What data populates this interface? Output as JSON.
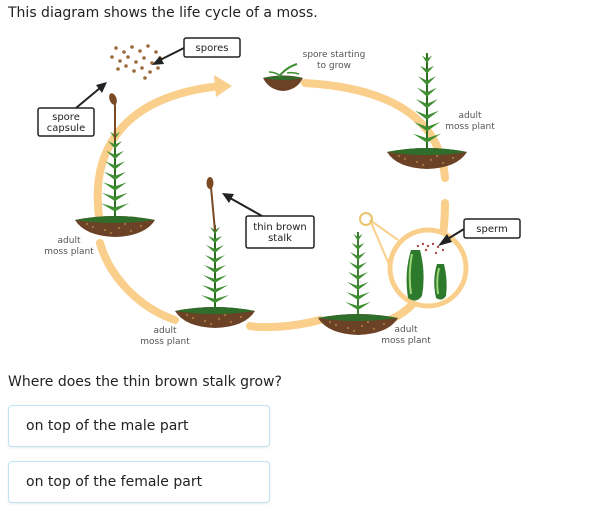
{
  "intro": "This diagram shows the life cycle of a moss.",
  "diagram": {
    "labels": {
      "spores": "spores",
      "spore_capsule": [
        "spore",
        "capsule"
      ],
      "spore_starting": [
        "spore starting",
        "to grow"
      ],
      "adult_moss_top_right": [
        "adult",
        "moss plant"
      ],
      "adult_moss_left": [
        "adult",
        "moss plant"
      ],
      "adult_moss_bottom_middle": [
        "adult",
        "moss plant"
      ],
      "adult_moss_bottom_right": [
        "adult",
        "moss plant"
      ],
      "thin_brown_stalk": [
        "thin brown",
        "stalk"
      ],
      "sperm": "sperm"
    },
    "colors": {
      "cycle_arrow": "#f9cf8b",
      "moss_green": "#2d7a2d",
      "soil": "#6b4226",
      "capsule_brown": "#7a4a24"
    }
  },
  "question": "Where does the thin brown stalk grow?",
  "choices": [
    "on top of the male part",
    "on top of the female part"
  ]
}
